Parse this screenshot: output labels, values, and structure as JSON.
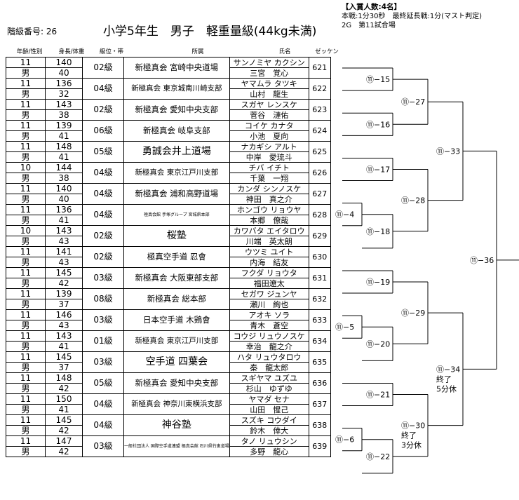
{
  "header": {
    "bracket_number": "階級番号: 26",
    "title": "小学5年生　男子　軽重量級(44kg未満)",
    "prize_info": [
      "【入賞人数:4名】",
      "本戦:1分30秒　最終延長戦:1分(マスト判定)",
      "2G　第11試合場"
    ]
  },
  "columns": [
    "年齢/性別",
    "身長/体重",
    "級位・帯",
    "所属",
    "氏名",
    "ゼッケン"
  ],
  "entries": [
    {
      "age": "11",
      "sex": "男",
      "height": "140",
      "weight": "40",
      "rank": "02級",
      "affiliation": "新極真会 宮崎中央道場",
      "kana": "サンノミヤ カクシン",
      "name": "三宮　覚心",
      "zekken": "621"
    },
    {
      "age": "11",
      "sex": "男",
      "height": "136",
      "weight": "32",
      "rank": "04級",
      "affiliation": "新極真会 東京城南川崎支部",
      "kana": "ヤマムラ タツキ",
      "name": "山村　龍生",
      "zekken": "622"
    },
    {
      "age": "11",
      "sex": "男",
      "height": "143",
      "weight": "38",
      "rank": "02級",
      "affiliation": "新極真会 愛知中央支部",
      "kana": "スガヤ レンスケ",
      "name": "菅谷　漣佑",
      "zekken": "623"
    },
    {
      "age": "11",
      "sex": "男",
      "height": "139",
      "weight": "41",
      "rank": "06級",
      "affiliation": "新極真会 岐阜支部",
      "kana": "コイケ カナタ",
      "name": "小池　夏向",
      "zekken": "624"
    },
    {
      "age": "11",
      "sex": "男",
      "height": "148",
      "weight": "41",
      "rank": "05級",
      "affiliation": "勇誠会井上道場",
      "kana": "ナカギシ アルト",
      "name": "中岸　愛琉斗",
      "zekken": "625"
    },
    {
      "age": "10",
      "sex": "男",
      "height": "144",
      "weight": "38",
      "rank": "04級",
      "affiliation": "新極真会 東京江戸川支部",
      "kana": "チバ イチト",
      "name": "千葉　一翔",
      "zekken": "626"
    },
    {
      "age": "11",
      "sex": "男",
      "height": "140",
      "weight": "40",
      "rank": "04級",
      "affiliation": "新極真会 浦和高野道場",
      "kana": "カンダ シンノスケ",
      "name": "神田　真之介",
      "zekken": "627"
    },
    {
      "age": "11",
      "sex": "男",
      "height": "136",
      "weight": "41",
      "rank": "04級",
      "affiliation": "極真会館 手塚グループ 宮城県本部",
      "kana": "ホンゴウ リョウヤ",
      "name": "本郷　僚哉",
      "zekken": "628"
    },
    {
      "age": "10",
      "sex": "男",
      "height": "143",
      "weight": "43",
      "rank": "02級",
      "affiliation": "桜塾",
      "kana": "カワバタ エイタロウ",
      "name": "川端　英太朗",
      "zekken": "629"
    },
    {
      "age": "11",
      "sex": "男",
      "height": "141",
      "weight": "43",
      "rank": "02級",
      "affiliation": "極真空手道 忍會",
      "kana": "ウツミ ユイト",
      "name": "内海　結友",
      "zekken": "630"
    },
    {
      "age": "11",
      "sex": "男",
      "height": "145",
      "weight": "42",
      "rank": "03級",
      "affiliation": "新極真会 大阪東部支部",
      "kana": "フクダ リョウタ",
      "name": "福田遼太",
      "zekken": "631"
    },
    {
      "age": "11",
      "sex": "男",
      "height": "139",
      "weight": "37",
      "rank": "08級",
      "affiliation": "新極真会 総本部",
      "kana": "セガワ ジュンヤ",
      "name": "瀬川　絢也",
      "zekken": "632"
    },
    {
      "age": "11",
      "sex": "男",
      "height": "146",
      "weight": "43",
      "rank": "03級",
      "affiliation": "日本空手道 木鶏會",
      "kana": "アオキ ソラ",
      "name": "青木　蒼空",
      "zekken": "633"
    },
    {
      "age": "11",
      "sex": "男",
      "height": "143",
      "weight": "41",
      "rank": "01級",
      "affiliation": "新極真会 東京江戸川支部",
      "kana": "コウジ リュウノスケ",
      "name": "幸治　龍之介",
      "zekken": "634"
    },
    {
      "age": "11",
      "sex": "男",
      "height": "145",
      "weight": "37",
      "rank": "03級",
      "affiliation": "空手道 四葉会",
      "kana": "ハタ リュウタロウ",
      "name": "秦　龍太郎",
      "zekken": "635"
    },
    {
      "age": "11",
      "sex": "男",
      "height": "148",
      "weight": "42",
      "rank": "05級",
      "affiliation": "新極真会 愛知中央支部",
      "kana": "スギヤマ ユズユ",
      "name": "杉山　ゆずゆ",
      "zekken": "636"
    },
    {
      "age": "11",
      "sex": "男",
      "height": "150",
      "weight": "41",
      "rank": "04級",
      "affiliation": "新極真会 神奈川東横浜支部",
      "kana": "ヤマダ セナ",
      "name": "山田　惺己",
      "zekken": "637"
    },
    {
      "age": "11",
      "sex": "男",
      "height": "145",
      "weight": "42",
      "rank": "04級",
      "affiliation": "神谷塾",
      "kana": "スズキ コウダイ",
      "name": "鈴木　倖大",
      "zekken": "638"
    },
    {
      "age": "11",
      "sex": "男",
      "height": "147",
      "weight": "42",
      "rank": "03級",
      "affiliation": "一般社団法人 国際空手道連盟 極真会館 石川県竹恵道場",
      "kana": "タノ リュウシン",
      "name": "多野　龍心",
      "zekken": "639"
    }
  ],
  "bracket": {
    "matches": [
      {
        "id": "m4",
        "label": "⑪−4"
      },
      {
        "id": "m5",
        "label": "⑪−5"
      },
      {
        "id": "m6",
        "label": "⑪−6"
      },
      {
        "id": "m15",
        "label": "⑪−15"
      },
      {
        "id": "m16",
        "label": "⑪−16"
      },
      {
        "id": "m17",
        "label": "⑪−17"
      },
      {
        "id": "m18",
        "label": "⑪−18"
      },
      {
        "id": "m19",
        "label": "⑪−19"
      },
      {
        "id": "m20",
        "label": "⑪−20"
      },
      {
        "id": "m21",
        "label": "⑪−21"
      },
      {
        "id": "m22",
        "label": "⑪−22"
      },
      {
        "id": "m27",
        "label": "⑪−27"
      },
      {
        "id": "m28",
        "label": "⑪−28"
      },
      {
        "id": "m29",
        "label": "⑪−29"
      },
      {
        "id": "m30",
        "label": "⑪−30",
        "notes": [
          "終了",
          "3分休"
        ]
      },
      {
        "id": "m33",
        "label": "⑪−33"
      },
      {
        "id": "m34",
        "label": "⑪−34",
        "notes": [
          "終了",
          "5分休"
        ]
      },
      {
        "id": "m36",
        "label": "⑪−36"
      }
    ]
  }
}
